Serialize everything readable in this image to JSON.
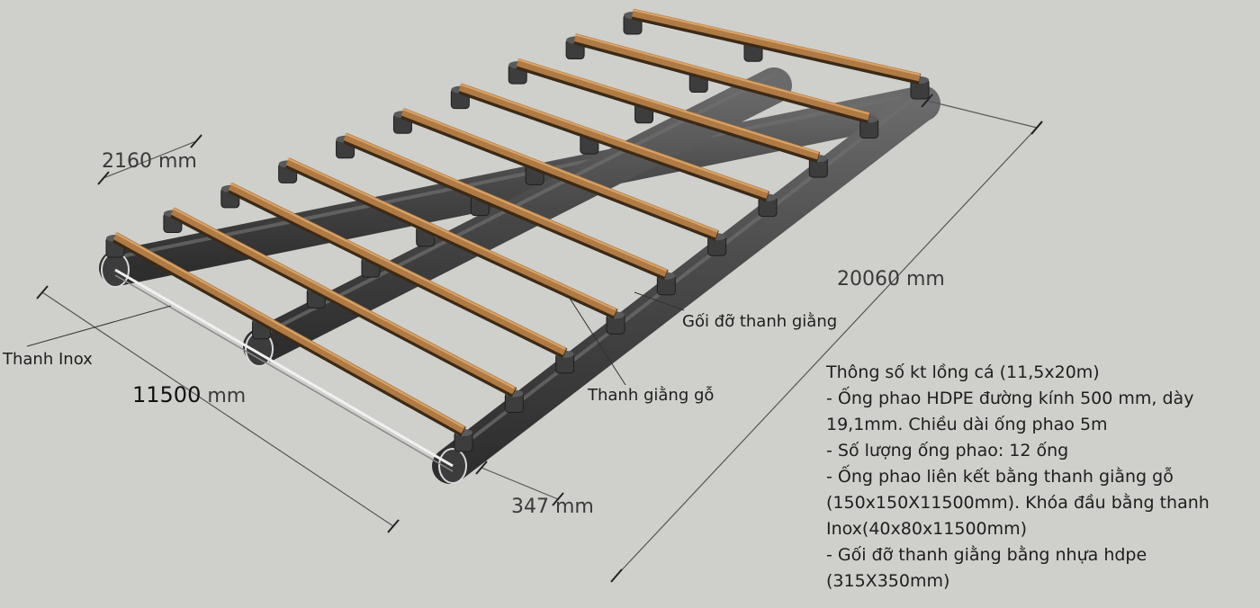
{
  "dimensions": {
    "width_top": "2160 mm",
    "length": "20060 mm",
    "width_main_num": "11500",
    "width_main_unit": " mm",
    "end_offset": "347 mm"
  },
  "callouts": {
    "inox_bar": "Thanh Inox",
    "wood_brace": "Thanh giằng gỗ",
    "brace_support": "Gối đỡ thanh giằng"
  },
  "spec": {
    "title": "Thông số kt lồng cá (11,5x20m)",
    "lines": [
      "- Ống phao HDPE đường kính 500 mm, dày",
      "19,1mm. Chiều dài ống phao 5m",
      "- Số lượng ống phao: 12 ống",
      "- Ống phao liên kết bằng thanh giằng gỗ",
      "(150x150X11500mm). Khóa đầu bằng thanh",
      "Inox(40x80x11500mm)",
      "- Gối đỡ thanh giằng bằng nhựa hdpe",
      "(315X350mm)"
    ]
  },
  "colors": {
    "background": "#cfd0cb",
    "pipe": "#4a4a4a",
    "wood": "#b07a44",
    "dimension_line": "#555555"
  }
}
